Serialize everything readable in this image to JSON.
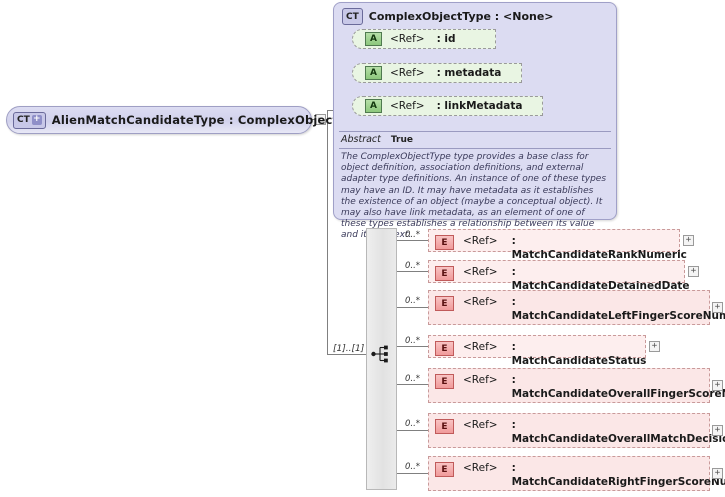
{
  "diagram": {
    "kind": "xsd-schema-diagram",
    "colors": {
      "type_box_fill": "#dcdcf2",
      "type_box_border": "#9f9fc4",
      "attribute_fill": "#e9f5e3",
      "attribute_badge": "#8cc77c",
      "element_fill": "#fbe7e7",
      "element_badge": "#f09a9a",
      "connector_line": "#808080",
      "sequence_bar": "#e9e9e9",
      "background": "#ffffff"
    }
  },
  "root_type": {
    "icon": "ct-icon",
    "expand_icon": "plus-icon",
    "label": "AlienMatchCandidateType : ComplexObjectType",
    "collapse_toggle": "−"
  },
  "base_type_group": {
    "icon": "ct-icon",
    "title": "ComplexObjectType : <None>",
    "attributes": [
      {
        "icon": "attribute-icon",
        "badge": "A",
        "ref": "<Ref>",
        "name": ": id"
      },
      {
        "icon": "attribute-icon",
        "badge": "A",
        "ref": "<Ref>",
        "name": ": metadata"
      },
      {
        "icon": "attribute-icon",
        "badge": "A",
        "ref": "<Ref>",
        "name": ": linkMetadata"
      }
    ],
    "abstract_key": "Abstract",
    "abstract_value": "True",
    "documentation": "The ComplexObjectType type provides a base class for object definition, association definitions, and external adapter type definitions. An instance of one of these types may have an ID. It may have metadata as it establishes the existence of an object (maybe a conceptual object). It may also have link metadata, as an element of one of these types establishes a relationship between its value and its context."
  },
  "sequence": {
    "icon": "sequence-compositor-icon",
    "occurs": "[1]..[1]"
  },
  "elements": [
    {
      "badge": "E",
      "icon": "element-icon",
      "ref": "<Ref>",
      "name": ": MatchCandidateRankNumeric",
      "cardinality": "0..*",
      "expand": "+",
      "lines": 1
    },
    {
      "badge": "E",
      "icon": "element-icon",
      "ref": "<Ref>",
      "name": ": MatchCandidateDetainedDate",
      "cardinality": "0..*",
      "expand": "+",
      "lines": 1
    },
    {
      "badge": "E",
      "icon": "element-icon",
      "ref": "<Ref>",
      "name": ": MatchCandidateLeftFingerScoreNumeric",
      "cardinality": "0..*",
      "expand": "+",
      "lines": 2
    },
    {
      "badge": "E",
      "icon": "element-icon",
      "ref": "<Ref>",
      "name": ": MatchCandidateStatus",
      "cardinality": "0..*",
      "expand": "+",
      "lines": 1
    },
    {
      "badge": "E",
      "icon": "element-icon",
      "ref": "<Ref>",
      "name": ": MatchCandidateOverallFingerScoreNumeric",
      "cardinality": "0..*",
      "expand": "+",
      "lines": 2
    },
    {
      "badge": "E",
      "icon": "element-icon",
      "ref": "<Ref>",
      "name": ": MatchCandidateOverallMatchDecisionStatusCode",
      "cardinality": "0..*",
      "expand": "+",
      "lines": 2
    },
    {
      "badge": "E",
      "icon": "element-icon",
      "ref": "<Ref>",
      "name": ": MatchCandidateRightFingerScoreNumeric",
      "cardinality": "0..*",
      "expand": "+",
      "lines": 2
    }
  ]
}
